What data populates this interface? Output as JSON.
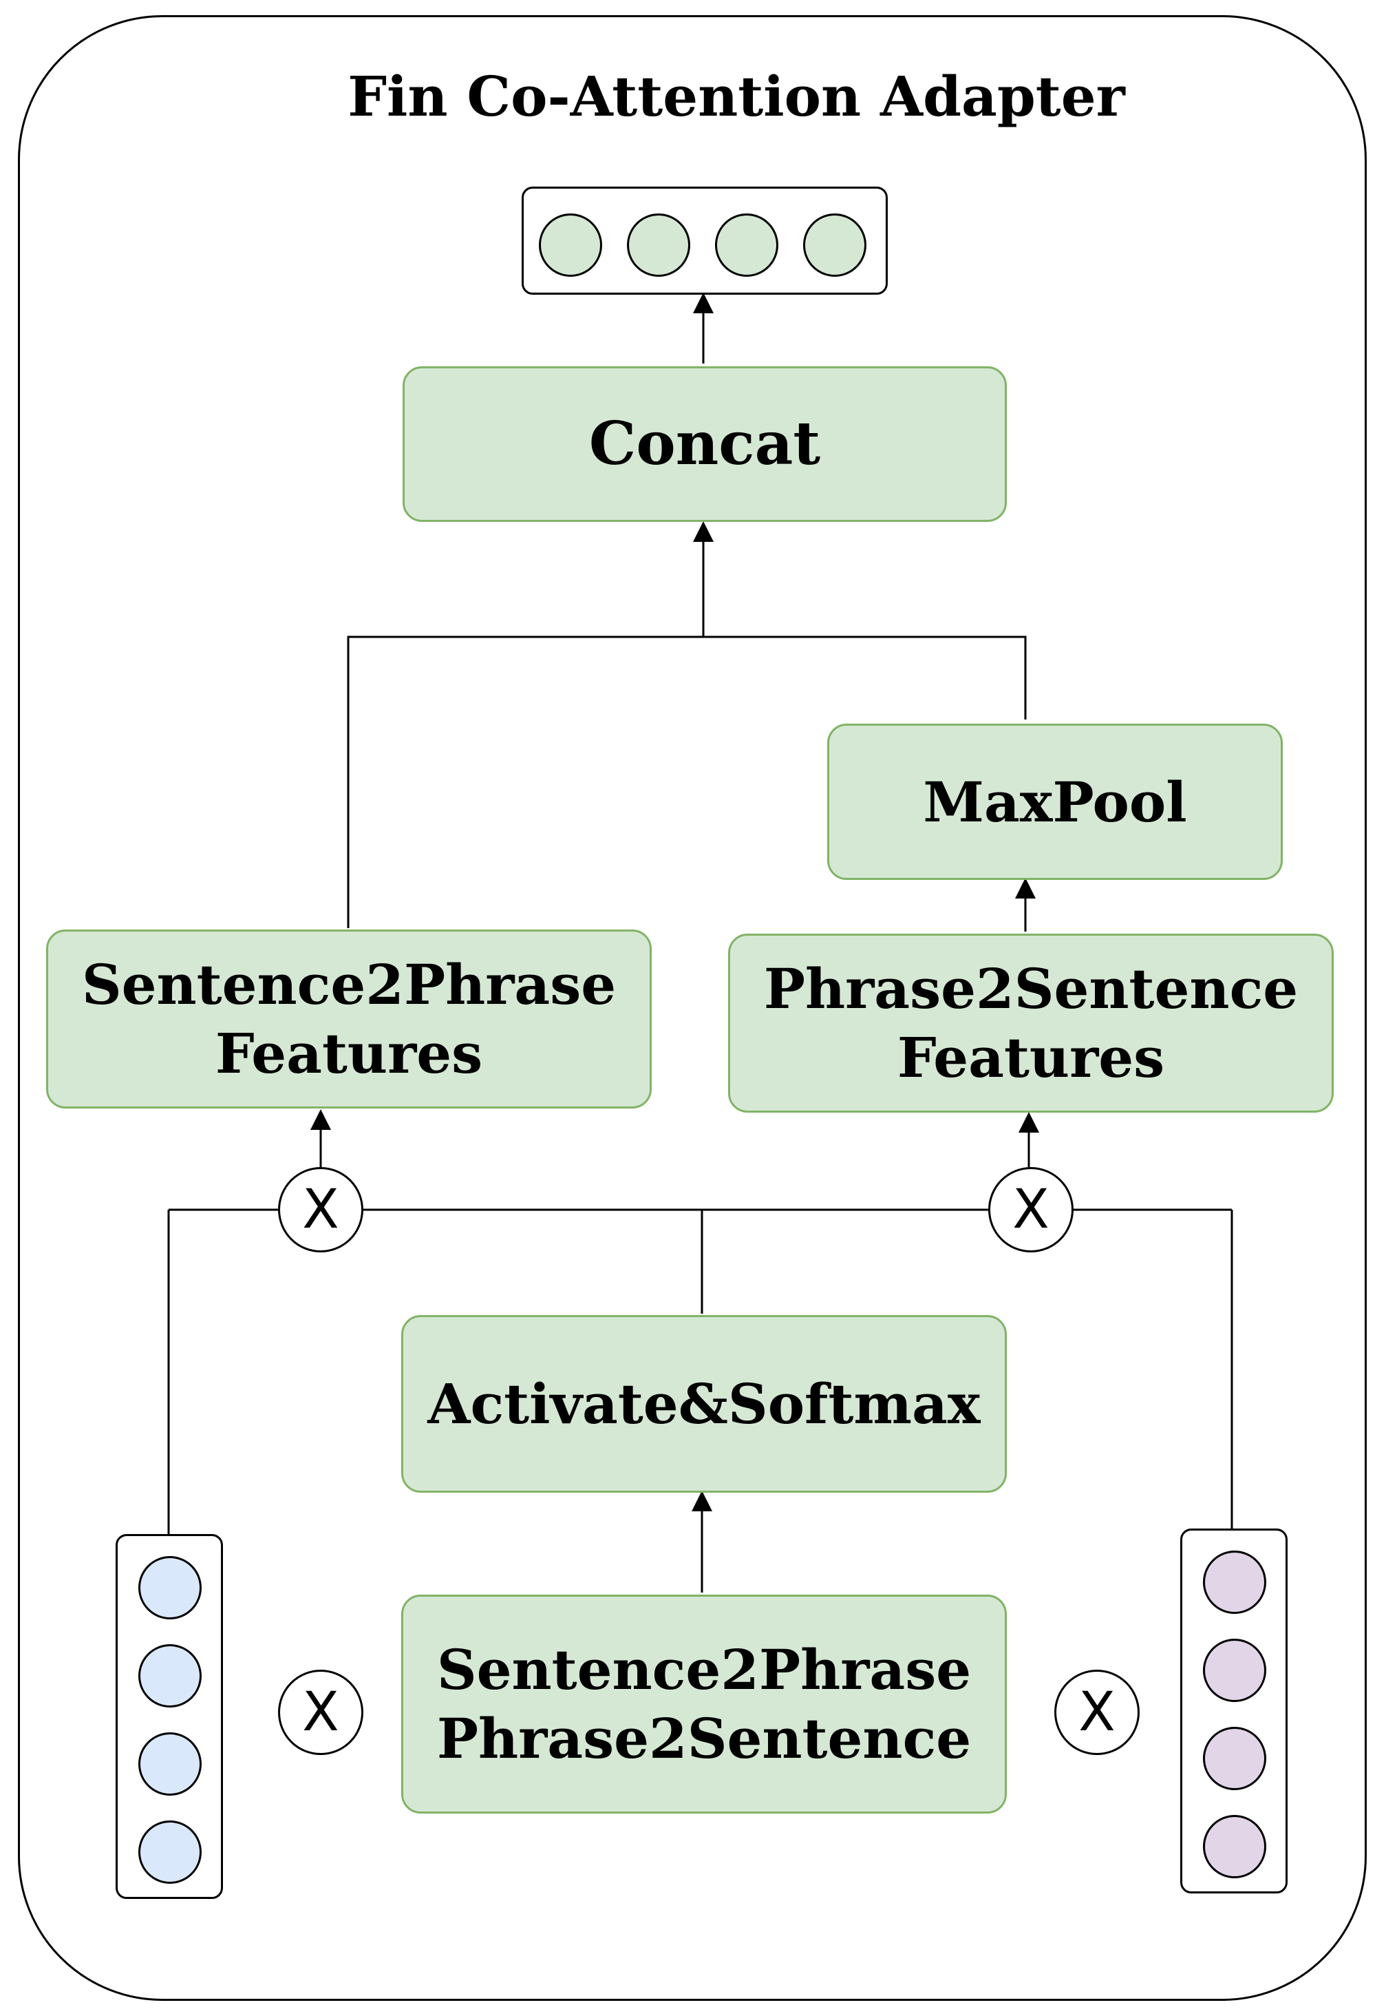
{
  "title": "Fin Co-Attention Adapter",
  "blocks": {
    "concat": "Concat",
    "maxpool": "MaxPool",
    "sentence2phrase_features": "Sentence2Phrase\nFeatures",
    "phrase2sentence_features": "Phrase2Sentence\nFeatures",
    "activate_softmax": "Activate&Softmax",
    "co_attention_input": "Sentence2Phrase\nPhrase2Sentence"
  },
  "operator_symbol": "X",
  "vectors": {
    "output": {
      "cells": 4,
      "color": "#d5e8d4"
    },
    "sentence_input": {
      "cells": 4,
      "color": "#dae8fc"
    },
    "phrase_input": {
      "cells": 4,
      "color": "#e1d5e7"
    }
  },
  "colors": {
    "block_fill": "#d5e8d4",
    "block_border": "#82b366",
    "sentence_vector": "#dae8fc",
    "phrase_vector": "#e1d5e7"
  }
}
